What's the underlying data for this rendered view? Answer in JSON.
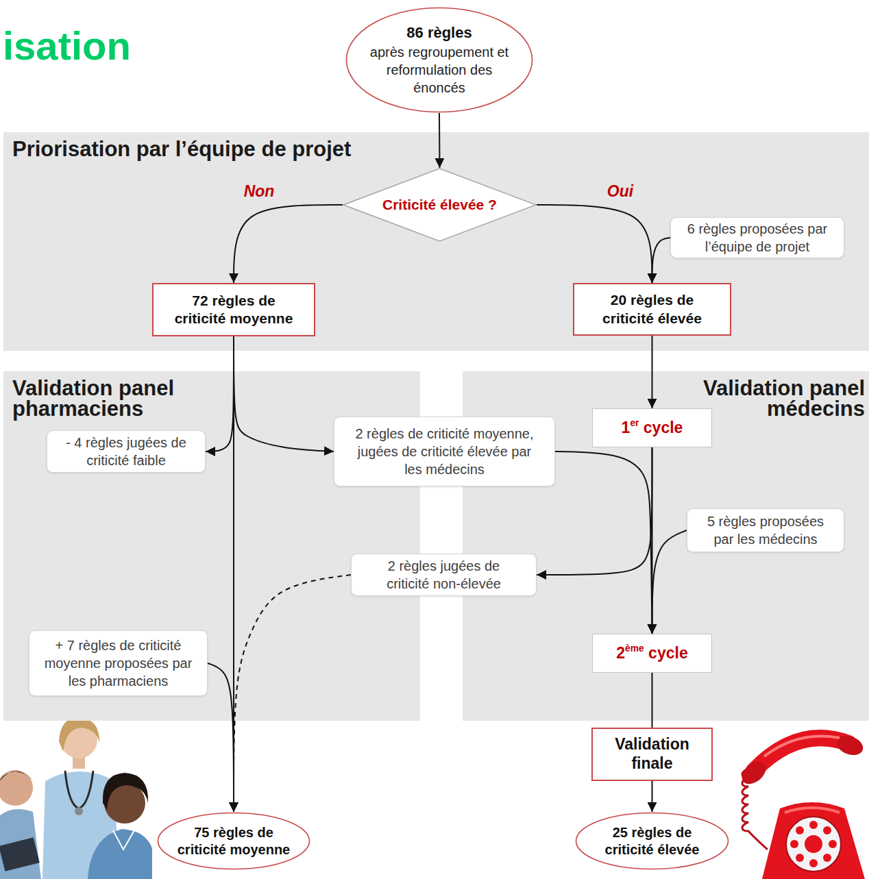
{
  "diagram": {
    "title": "isation",
    "nodes": [
      {
        "text": [
          "86 règles",
          "après regroupement et reformulation des énoncés"
        ]
      },
      {
        "text": [
          "Priorisation par l’équipe de projet"
        ]
      },
      {
        "text": [
          "Criticité élevée ?"
        ],
        "in": 1
      },
      {
        "text": [
          "6 règles proposées par l’équipe de projet"
        ],
        "in": 1
      },
      {
        "text": [
          "72 règles de criticité moyenne"
        ],
        "in": 1
      },
      {
        "text": [
          "20 règles de criticité élevée"
        ],
        "in": 1
      },
      {
        "text": [
          "Validation panel pharmaciens"
        ]
      },
      {
        "text": [
          "- 4 règles jugées de criticité faible"
        ],
        "in": 6
      },
      {
        "text": [
          "+ 7 règles de criticité moyenne proposées par les pharmaciens"
        ],
        "in": 6
      },
      {
        "text": [
          "Validation panel médecins"
        ]
      },
      {
        "text": [
          "1er cycle"
        ],
        "in": 9
      },
      {
        "text": [
          "5 règles proposées par les médecins"
        ],
        "in": 9
      },
      {
        "text": [
          "2ème cycle"
        ],
        "in": 9
      },
      {
        "text": [
          "2 règles de criticité moyenne, jugées de criticité élevée par les médecins"
        ]
      },
      {
        "text": [
          "2 règles jugées de criticité non-élevée"
        ]
      },
      {
        "text": [
          "Validation finale"
        ]
      },
      {
        "text": [
          "75 règles de criticité moyenne"
        ]
      },
      {
        "text": [
          "25 règles de criticité élevée"
        ]
      }
    ],
    "edges": [
      {
        "from": 0,
        "to": 2,
        "arrow": "to"
      },
      {
        "from": 2,
        "to": 4,
        "label": "Non",
        "arrow": "to"
      },
      {
        "from": 2,
        "to": 5,
        "label": "Oui",
        "arrow": "to"
      },
      {
        "from": 3,
        "to": 5,
        "arrow": "to"
      },
      {
        "from": 5,
        "to": 10,
        "arrow": "to"
      },
      {
        "from": 10,
        "to": 12,
        "arrow": "to"
      },
      {
        "from": 11,
        "to": 12,
        "arrow": "to"
      },
      {
        "from": 10,
        "to": 14,
        "arrow": "to"
      },
      {
        "from": 13,
        "to": 12,
        "arrow": "to"
      },
      {
        "from": 4,
        "to": 7,
        "arrow": "to"
      },
      {
        "from": 4,
        "to": 13,
        "arrow": "to"
      },
      {
        "from": 4,
        "to": 16,
        "arrow": "to"
      },
      {
        "from": 14,
        "to": 16,
        "arrow": "to"
      },
      {
        "from": 8,
        "to": 16,
        "arrow": "to"
      },
      {
        "from": 12,
        "to": 15,
        "arrow": "none"
      },
      {
        "from": 15,
        "to": 17,
        "arrow": "to"
      }
    ]
  }
}
